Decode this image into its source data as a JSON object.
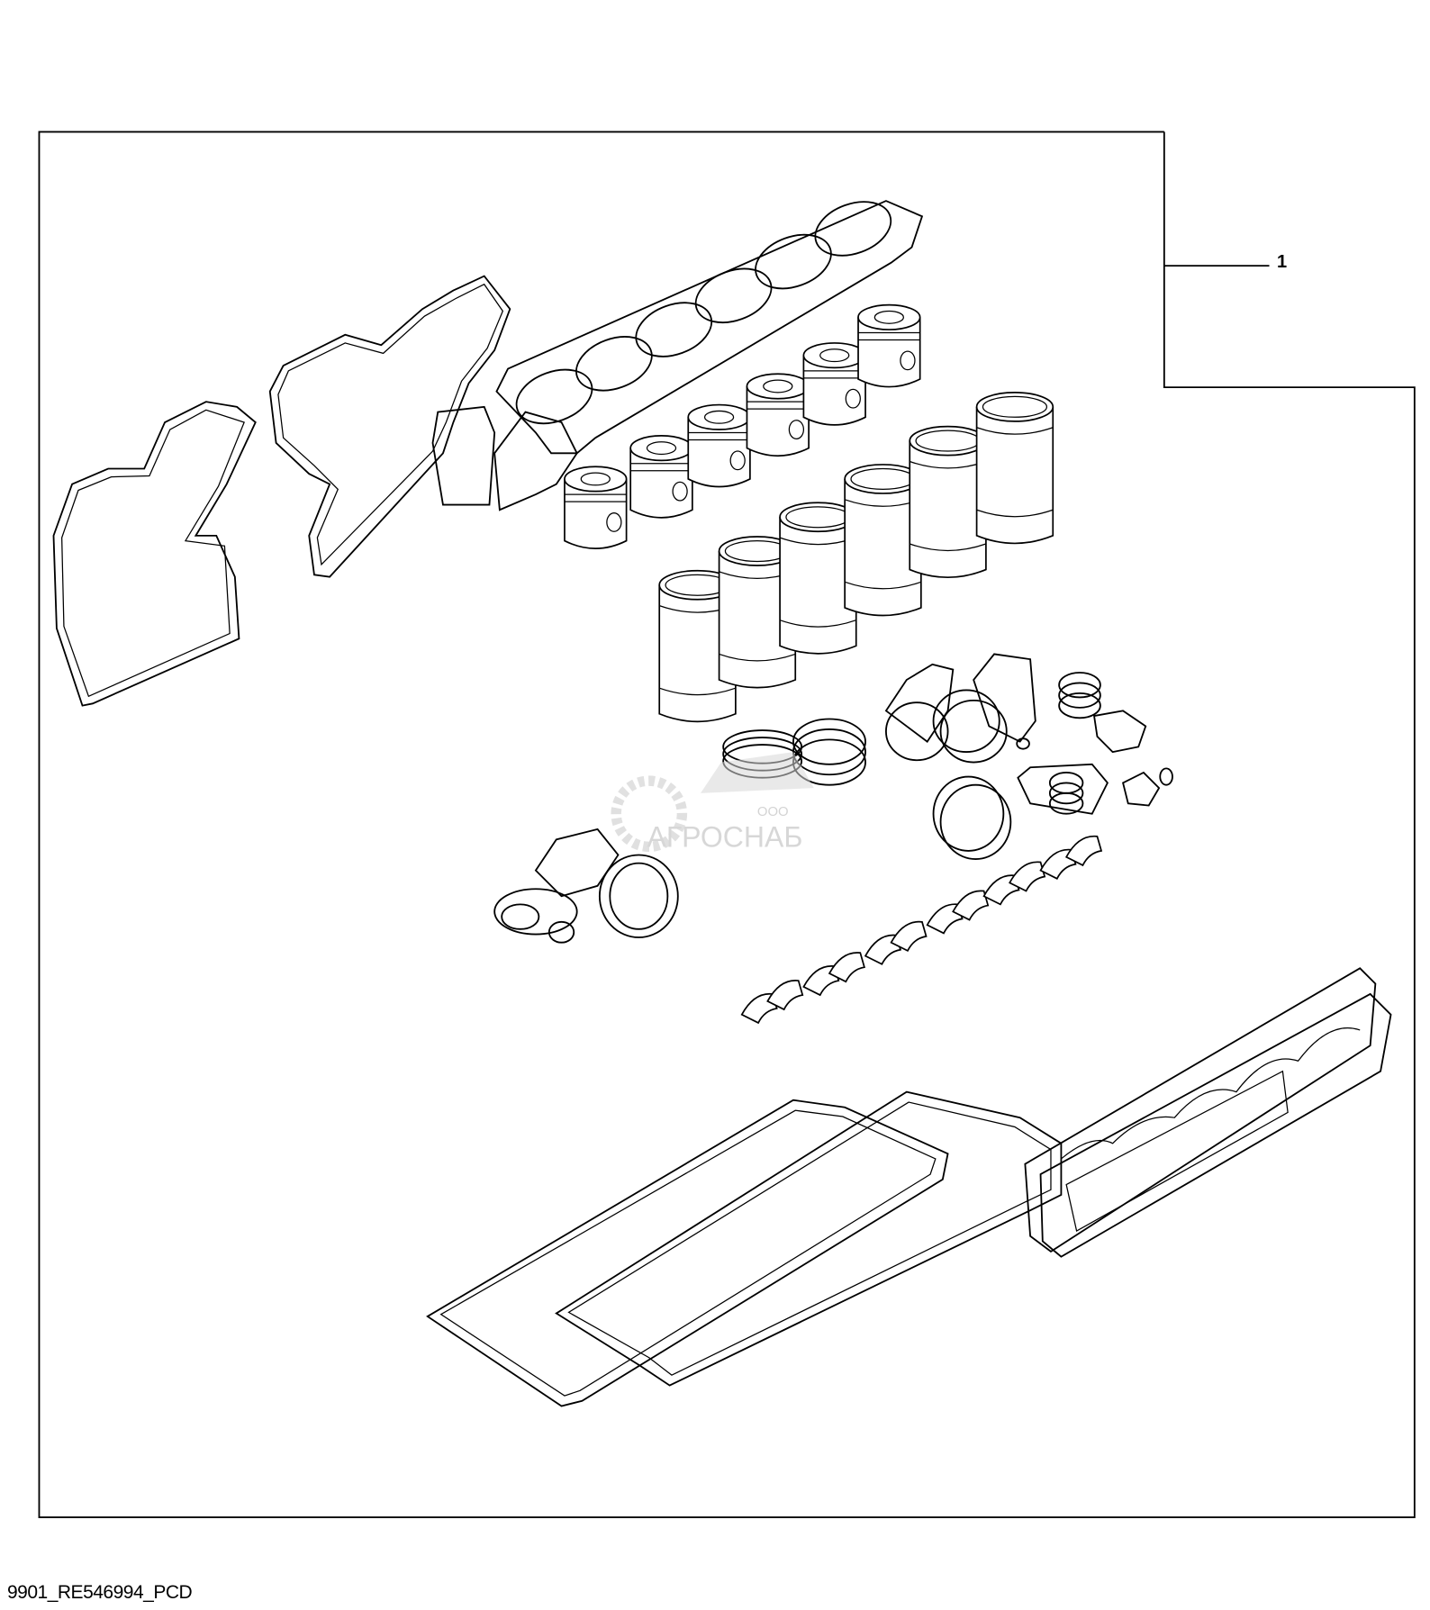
{
  "diagram": {
    "callouts": [
      {
        "label": "1",
        "description_visible": false
      }
    ],
    "caption": "9901_RE546994_PCD",
    "watermark": {
      "company_prefix": "ООО",
      "company_name": "АГРОСНАБ"
    },
    "colors": {
      "line": "#000000",
      "background": "#ffffff",
      "watermark": "#c8c8c8"
    }
  }
}
